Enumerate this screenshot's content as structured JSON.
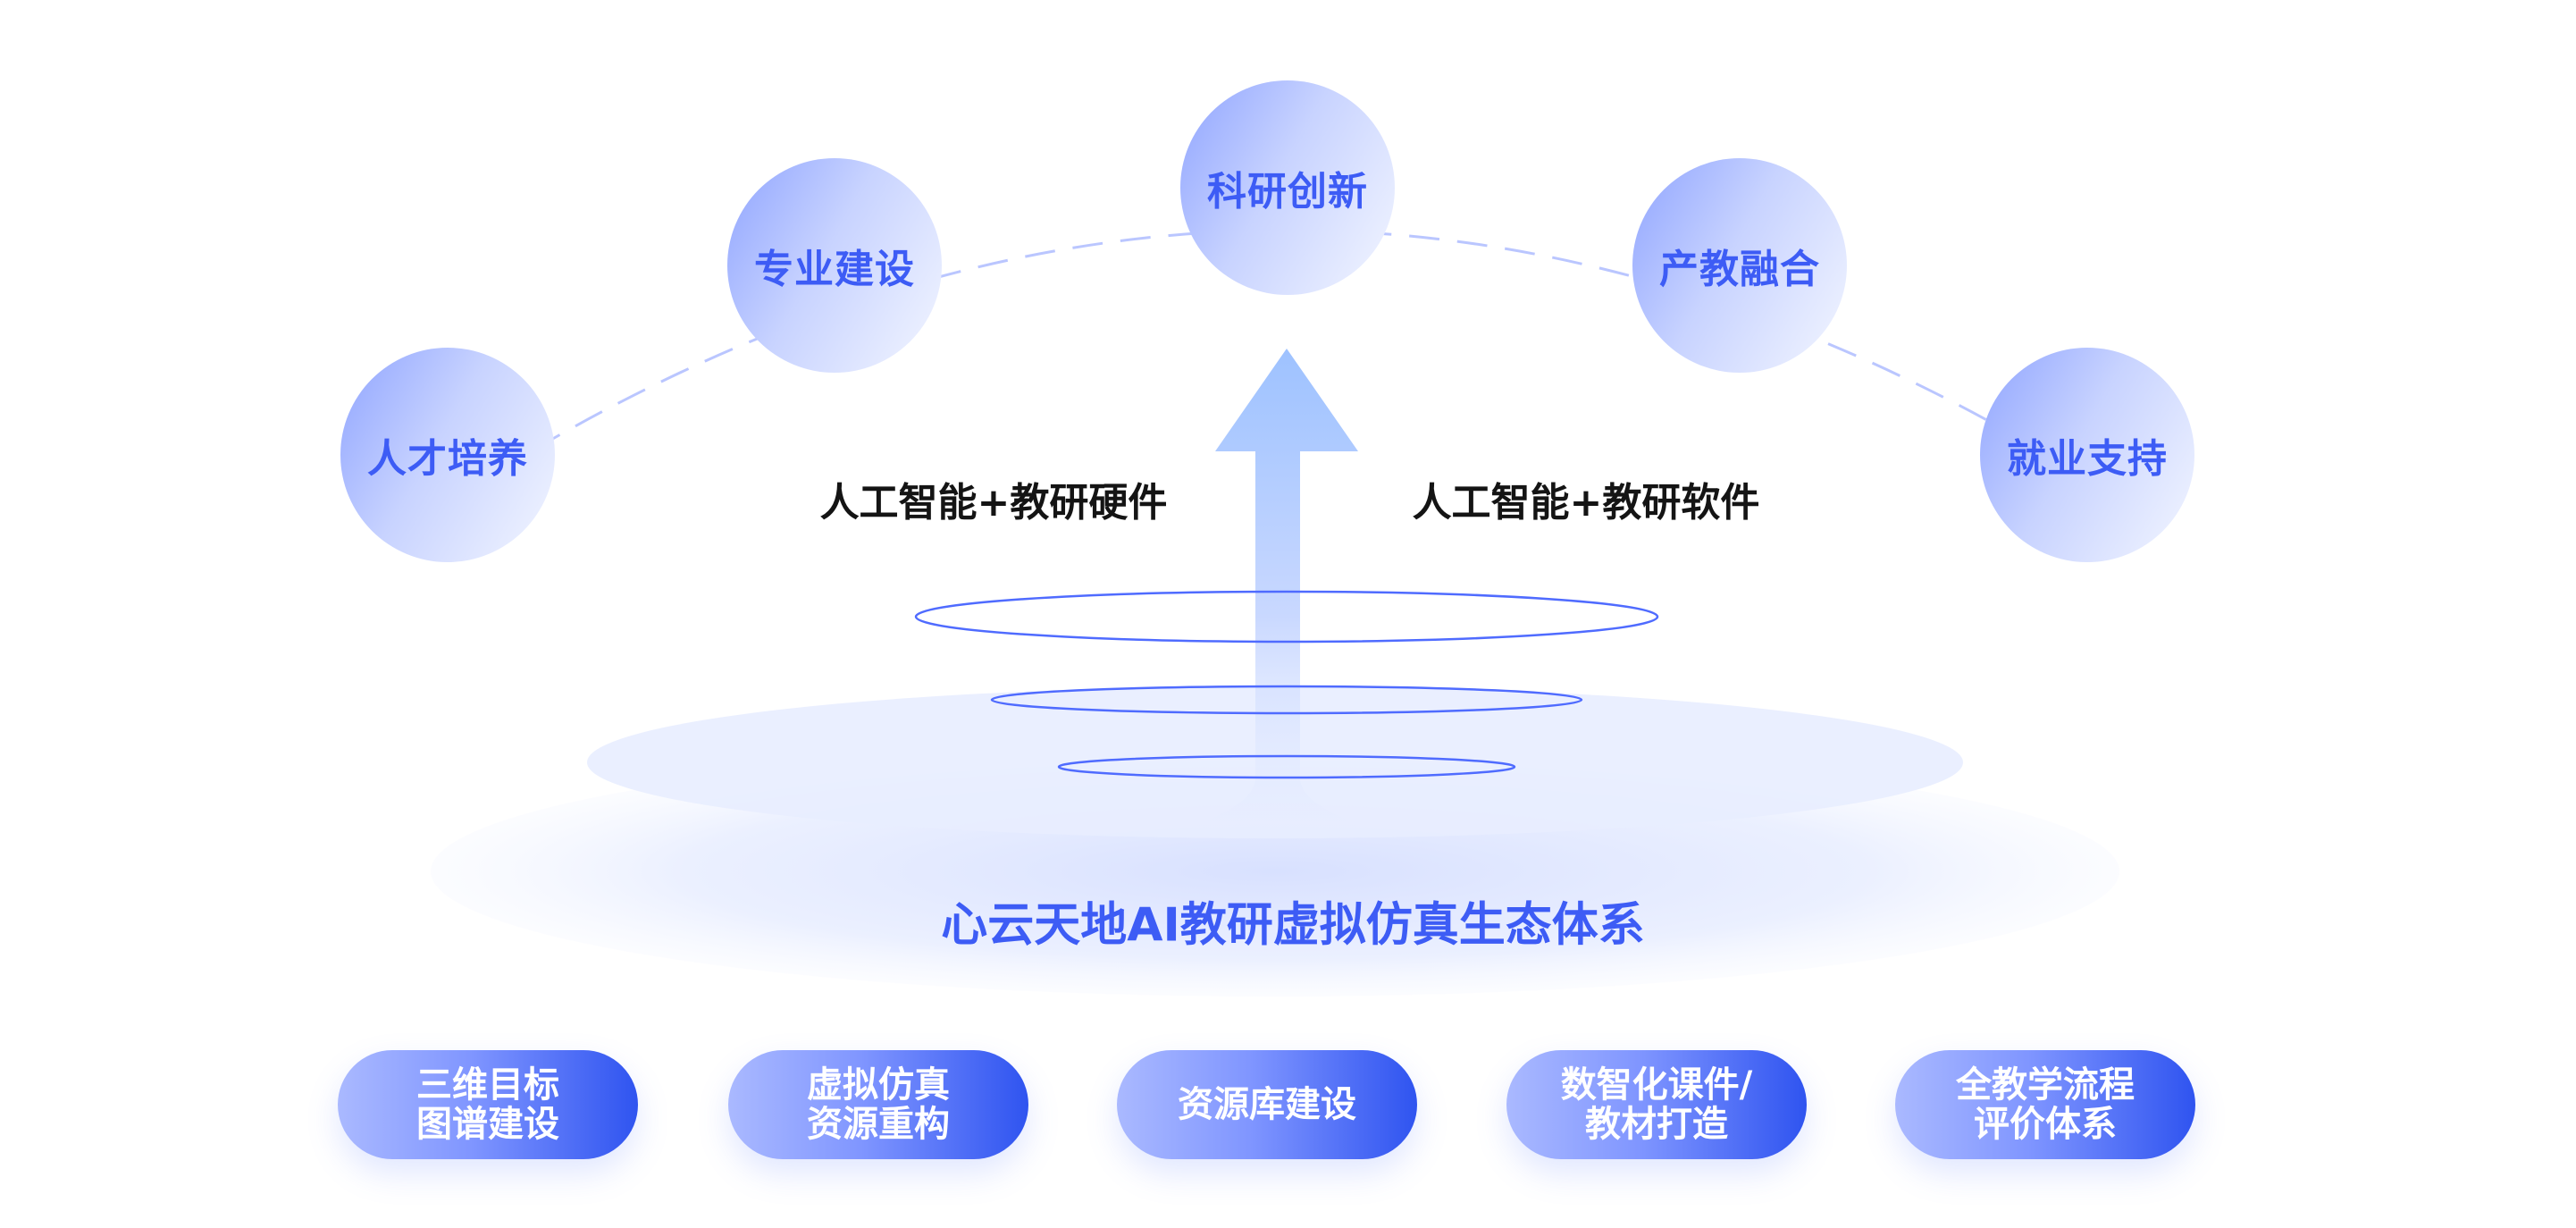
{
  "title": "心云天地AI教研虚拟仿真生态体系",
  "outcomes": [
    {
      "label": "人才培养"
    },
    {
      "label": "专业建设"
    },
    {
      "label": "科研创新"
    },
    {
      "label": "产教融合"
    },
    {
      "label": "就业支持"
    }
  ],
  "side_labels": {
    "left": "人工智能+教研硬件",
    "right": "人工智能+教研软件"
  },
  "foundations": [
    {
      "label": "三维目标\n图谱建设"
    },
    {
      "label": "虚拟仿真\n资源重构"
    },
    {
      "label": "资源库建设"
    },
    {
      "label": "数智化课件/\n教材打造"
    },
    {
      "label": "全教学流程\n评价体系"
    }
  ],
  "colors": {
    "accent": "#3d5cf5",
    "node_light": "#f3f6ff",
    "node_mid": "#c8d3ff",
    "node_dark": "#8fa4ff",
    "pill_dark": "#2f54f0",
    "arrow": "#a9c8ff",
    "text_dark": "#141414"
  }
}
